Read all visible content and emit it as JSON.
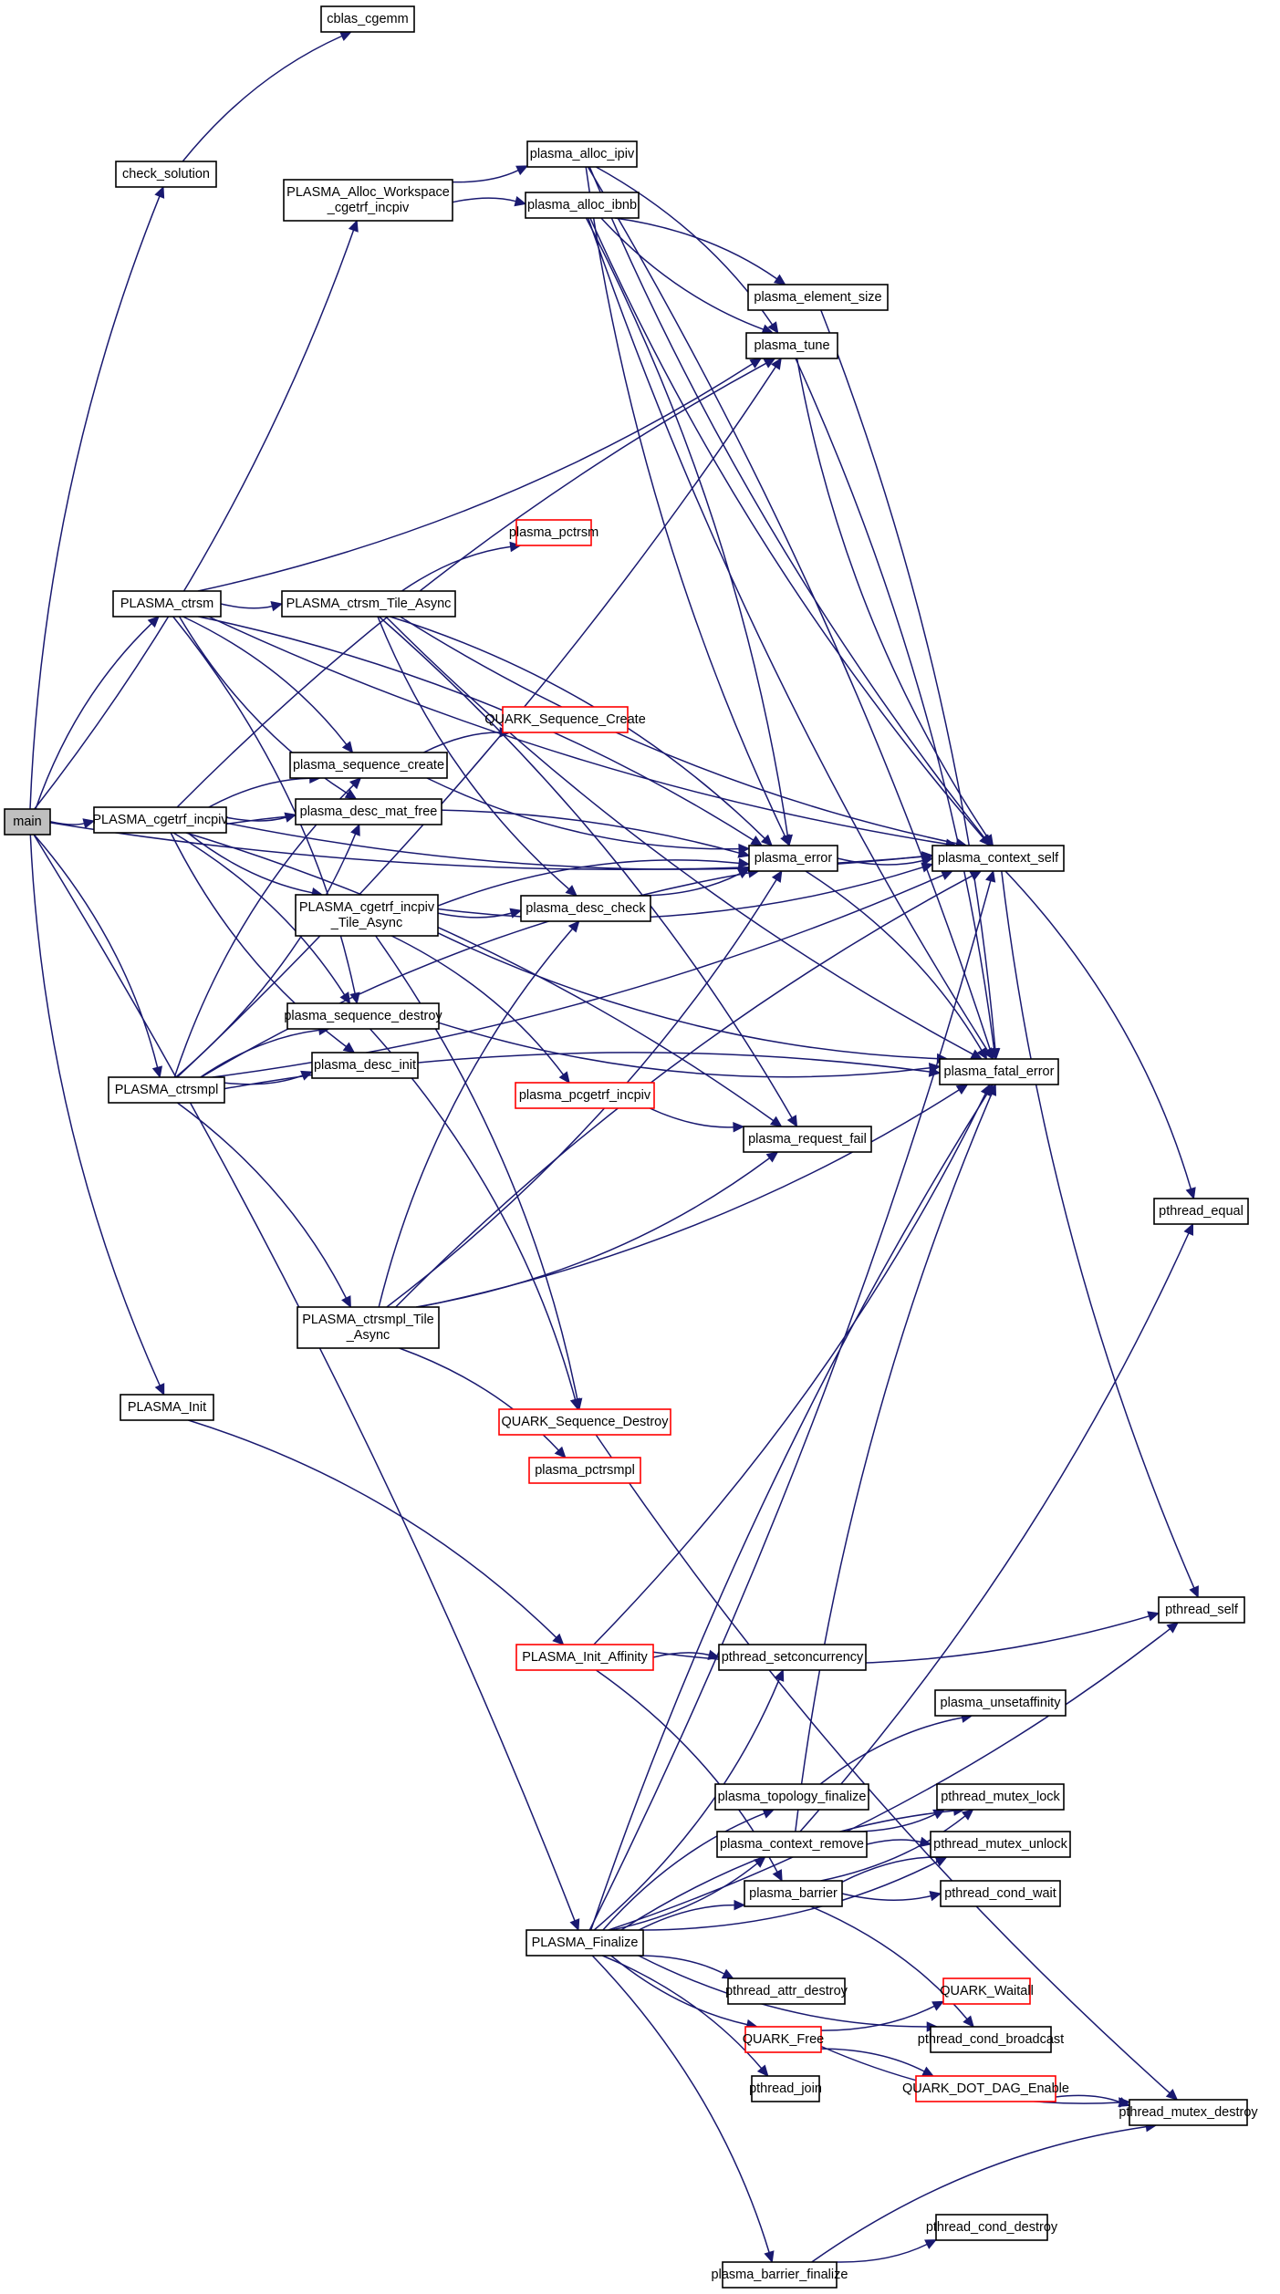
{
  "title": "Call graph: main",
  "colors": {
    "edge": "#191970",
    "external_border": "#ff0000",
    "node_border": "#000000",
    "root_fill": "#bfbfbf"
  },
  "nodes": [
    {
      "id": "main",
      "label": [
        "main"
      ],
      "kind": "root"
    },
    {
      "id": "check_solution",
      "label": [
        "check_solution"
      ]
    },
    {
      "id": "cblas_cgemm",
      "label": [
        "cblas_cgemm"
      ]
    },
    {
      "id": "PLASMA_Alloc_Workspace_cgetrf_incpiv",
      "label": [
        "PLASMA_Alloc_Workspace",
        "_cgetrf_incpiv"
      ]
    },
    {
      "id": "plasma_alloc_ipiv",
      "label": [
        "plasma_alloc_ipiv"
      ]
    },
    {
      "id": "plasma_alloc_ibnb",
      "label": [
        "plasma_alloc_ibnb"
      ]
    },
    {
      "id": "plasma_element_size",
      "label": [
        "plasma_element_size"
      ]
    },
    {
      "id": "plasma_tune",
      "label": [
        "plasma_tune"
      ]
    },
    {
      "id": "PLASMA_ctrsm",
      "label": [
        "PLASMA_ctrsm"
      ]
    },
    {
      "id": "PLASMA_ctrsm_Tile_Async",
      "label": [
        "PLASMA_ctrsm_Tile_Async"
      ]
    },
    {
      "id": "plasma_pctrsm",
      "label": [
        "plasma_pctrsm"
      ],
      "kind": "external"
    },
    {
      "id": "QUARK_Sequence_Create",
      "label": [
        "QUARK_Sequence_Create"
      ],
      "kind": "external"
    },
    {
      "id": "plasma_sequence_create",
      "label": [
        "plasma_sequence_create"
      ]
    },
    {
      "id": "plasma_desc_mat_free",
      "label": [
        "plasma_desc_mat_free"
      ]
    },
    {
      "id": "PLASMA_cgetrf_incpiv",
      "label": [
        "PLASMA_cgetrf_incpiv"
      ]
    },
    {
      "id": "plasma_error",
      "label": [
        "plasma_error"
      ]
    },
    {
      "id": "plasma_context_self",
      "label": [
        "plasma_context_self"
      ]
    },
    {
      "id": "PLASMA_cgetrf_incpiv_Tile_Async",
      "label": [
        "PLASMA_cgetrf_incpiv",
        "_Tile_Async"
      ]
    },
    {
      "id": "plasma_desc_check",
      "label": [
        "plasma_desc_check"
      ]
    },
    {
      "id": "plasma_sequence_destroy",
      "label": [
        "plasma_sequence_destroy"
      ]
    },
    {
      "id": "plasma_desc_init",
      "label": [
        "plasma_desc_init"
      ]
    },
    {
      "id": "PLASMA_ctrsmpl",
      "label": [
        "PLASMA_ctrsmpl"
      ]
    },
    {
      "id": "plasma_fatal_error",
      "label": [
        "plasma_fatal_error"
      ]
    },
    {
      "id": "plasma_pcgetrf_incpiv",
      "label": [
        "plasma_pcgetrf_incpiv"
      ],
      "kind": "external"
    },
    {
      "id": "plasma_request_fail",
      "label": [
        "plasma_request_fail"
      ]
    },
    {
      "id": "pthread_equal",
      "label": [
        "pthread_equal"
      ]
    },
    {
      "id": "PLASMA_ctrsmpl_Tile_Async",
      "label": [
        "PLASMA_ctrsmpl_Tile",
        "_Async"
      ]
    },
    {
      "id": "PLASMA_Init",
      "label": [
        "PLASMA_Init"
      ]
    },
    {
      "id": "QUARK_Sequence_Destroy",
      "label": [
        "QUARK_Sequence_Destroy"
      ],
      "kind": "external"
    },
    {
      "id": "plasma_pctrsmpl",
      "label": [
        "plasma_pctrsmpl"
      ],
      "kind": "external"
    },
    {
      "id": "pthread_self",
      "label": [
        "pthread_self"
      ]
    },
    {
      "id": "PLASMA_Init_Affinity",
      "label": [
        "PLASMA_Init_Affinity"
      ],
      "kind": "external"
    },
    {
      "id": "pthread_setconcurrency",
      "label": [
        "pthread_setconcurrency"
      ]
    },
    {
      "id": "plasma_unsetaffinity",
      "label": [
        "plasma_unsetaffinity"
      ]
    },
    {
      "id": "plasma_topology_finalize",
      "label": [
        "plasma_topology_finalize"
      ]
    },
    {
      "id": "pthread_mutex_lock",
      "label": [
        "pthread_mutex_lock"
      ]
    },
    {
      "id": "plasma_context_remove",
      "label": [
        "plasma_context_remove"
      ]
    },
    {
      "id": "pthread_mutex_unlock",
      "label": [
        "pthread_mutex_unlock"
      ]
    },
    {
      "id": "plasma_barrier",
      "label": [
        "plasma_barrier"
      ]
    },
    {
      "id": "pthread_cond_wait",
      "label": [
        "pthread_cond_wait"
      ]
    },
    {
      "id": "PLASMA_Finalize",
      "label": [
        "PLASMA_Finalize"
      ]
    },
    {
      "id": "pthread_attr_destroy",
      "label": [
        "pthread_attr_destroy"
      ]
    },
    {
      "id": "QUARK_Waitall",
      "label": [
        "QUARK_Waitall"
      ],
      "kind": "external"
    },
    {
      "id": "QUARK_Free",
      "label": [
        "QUARK_Free"
      ],
      "kind": "external"
    },
    {
      "id": "pthread_cond_broadcast",
      "label": [
        "pthread_cond_broadcast"
      ]
    },
    {
      "id": "pthread_join",
      "label": [
        "pthread_join"
      ]
    },
    {
      "id": "QUARK_DOT_DAG_Enable",
      "label": [
        "QUARK_DOT_DAG_Enable"
      ],
      "kind": "external"
    },
    {
      "id": "pthread_mutex_destroy",
      "label": [
        "pthread_mutex_destroy"
      ]
    },
    {
      "id": "pthread_cond_destroy",
      "label": [
        "pthread_cond_destroy"
      ]
    },
    {
      "id": "plasma_barrier_finalize",
      "label": [
        "plasma_barrier_finalize"
      ]
    }
  ],
  "edges": [
    [
      "main",
      "check_solution"
    ],
    [
      "main",
      "PLASMA_Alloc_Workspace_cgetrf_incpiv"
    ],
    [
      "main",
      "PLASMA_ctrsm"
    ],
    [
      "main",
      "PLASMA_cgetrf_incpiv"
    ],
    [
      "main",
      "PLASMA_ctrsmpl"
    ],
    [
      "main",
      "PLASMA_Init"
    ],
    [
      "main",
      "PLASMA_Finalize"
    ],
    [
      "main",
      "plasma_context_self"
    ],
    [
      "check_solution",
      "cblas_cgemm"
    ],
    [
      "PLASMA_Alloc_Workspace_cgetrf_incpiv",
      "plasma_alloc_ipiv"
    ],
    [
      "PLASMA_Alloc_Workspace_cgetrf_incpiv",
      "plasma_alloc_ibnb"
    ],
    [
      "plasma_alloc_ipiv",
      "plasma_context_self"
    ],
    [
      "plasma_alloc_ipiv",
      "plasma_tune"
    ],
    [
      "plasma_alloc_ipiv",
      "plasma_error"
    ],
    [
      "plasma_alloc_ipiv",
      "plasma_fatal_error"
    ],
    [
      "plasma_alloc_ibnb",
      "plasma_context_self"
    ],
    [
      "plasma_alloc_ibnb",
      "plasma_element_size"
    ],
    [
      "plasma_alloc_ibnb",
      "plasma_tune"
    ],
    [
      "plasma_alloc_ibnb",
      "plasma_error"
    ],
    [
      "plasma_alloc_ibnb",
      "plasma_fatal_error"
    ],
    [
      "plasma_element_size",
      "plasma_fatal_error"
    ],
    [
      "plasma_tune",
      "plasma_context_self"
    ],
    [
      "plasma_tune",
      "plasma_fatal_error"
    ],
    [
      "PLASMA_ctrsm",
      "PLASMA_ctrsm_Tile_Async"
    ],
    [
      "PLASMA_ctrsm",
      "plasma_sequence_create"
    ],
    [
      "PLASMA_ctrsm",
      "plasma_desc_mat_free"
    ],
    [
      "PLASMA_ctrsm",
      "plasma_sequence_destroy"
    ],
    [
      "PLASMA_ctrsm",
      "plasma_tune"
    ],
    [
      "PLASMA_ctrsm",
      "plasma_error"
    ],
    [
      "PLASMA_ctrsm",
      "plasma_context_self"
    ],
    [
      "PLASMA_ctrsm_Tile_Async",
      "plasma_pctrsm"
    ],
    [
      "PLASMA_ctrsm_Tile_Async",
      "plasma_desc_check"
    ],
    [
      "PLASMA_ctrsm_Tile_Async",
      "plasma_error"
    ],
    [
      "PLASMA_ctrsm_Tile_Async",
      "plasma_context_self"
    ],
    [
      "PLASMA_ctrsm_Tile_Async",
      "plasma_request_fail"
    ],
    [
      "PLASMA_ctrsm_Tile_Async",
      "plasma_fatal_error"
    ],
    [
      "plasma_sequence_create",
      "QUARK_Sequence_Create"
    ],
    [
      "plasma_sequence_create",
      "plasma_error"
    ],
    [
      "PLASMA_cgetrf_incpiv",
      "plasma_error"
    ],
    [
      "PLASMA_cgetrf_incpiv",
      "PLASMA_cgetrf_incpiv_Tile_Async"
    ],
    [
      "PLASMA_cgetrf_incpiv",
      "plasma_sequence_create"
    ],
    [
      "PLASMA_cgetrf_incpiv",
      "plasma_desc_mat_free"
    ],
    [
      "PLASMA_cgetrf_incpiv",
      "plasma_sequence_destroy"
    ],
    [
      "PLASMA_cgetrf_incpiv",
      "plasma_desc_init"
    ],
    [
      "PLASMA_cgetrf_incpiv",
      "plasma_tune"
    ],
    [
      "PLASMA_cgetrf_incpiv",
      "plasma_context_self"
    ],
    [
      "PLASMA_cgetrf_incpiv",
      "plasma_request_fail"
    ],
    [
      "plasma_error",
      "plasma_context_self"
    ],
    [
      "plasma_error",
      "plasma_fatal_error"
    ],
    [
      "PLASMA_cgetrf_incpiv_Tile_Async",
      "plasma_desc_check"
    ],
    [
      "PLASMA_cgetrf_incpiv_Tile_Async",
      "plasma_error"
    ],
    [
      "PLASMA_cgetrf_incpiv_Tile_Async",
      "plasma_context_self"
    ],
    [
      "PLASMA_cgetrf_incpiv_Tile_Async",
      "plasma_pcgetrf_incpiv"
    ],
    [
      "PLASMA_cgetrf_incpiv_Tile_Async",
      "plasma_fatal_error"
    ],
    [
      "PLASMA_cgetrf_incpiv_Tile_Async",
      "QUARK_Sequence_Destroy"
    ],
    [
      "plasma_desc_check",
      "plasma_error"
    ],
    [
      "plasma_sequence_destroy",
      "QUARK_Sequence_Destroy"
    ],
    [
      "plasma_sequence_destroy",
      "plasma_fatal_error"
    ],
    [
      "PLASMA_ctrsmpl",
      "plasma_sequence_create"
    ],
    [
      "PLASMA_ctrsmpl",
      "plasma_desc_mat_free"
    ],
    [
      "PLASMA_ctrsmpl",
      "plasma_sequence_destroy"
    ],
    [
      "PLASMA_ctrsmpl",
      "plasma_desc_init"
    ],
    [
      "PLASMA_ctrsmpl",
      "PLASMA_ctrsmpl_Tile_Async"
    ],
    [
      "PLASMA_ctrsmpl",
      "plasma_tune"
    ],
    [
      "PLASMA_ctrsmpl",
      "plasma_error"
    ],
    [
      "PLASMA_ctrsmpl",
      "plasma_context_self"
    ],
    [
      "PLASMA_ctrsmpl",
      "plasma_fatal_error"
    ],
    [
      "plasma_pcgetrf_incpiv",
      "plasma_request_fail"
    ],
    [
      "plasma_context_self",
      "pthread_equal"
    ],
    [
      "plasma_context_self",
      "pthread_self"
    ],
    [
      "PLASMA_ctrsmpl_Tile_Async",
      "plasma_desc_check"
    ],
    [
      "PLASMA_ctrsmpl_Tile_Async",
      "plasma_error"
    ],
    [
      "PLASMA_ctrsmpl_Tile_Async",
      "plasma_context_self"
    ],
    [
      "PLASMA_ctrsmpl_Tile_Async",
      "plasma_request_fail"
    ],
    [
      "PLASMA_ctrsmpl_Tile_Async",
      "plasma_pctrsmpl"
    ],
    [
      "PLASMA_ctrsmpl_Tile_Async",
      "plasma_fatal_error"
    ],
    [
      "PLASMA_Init",
      "PLASMA_Init_Affinity"
    ],
    [
      "QUARK_Sequence_Destroy",
      "pthread_mutex_destroy"
    ],
    [
      "PLASMA_Init_Affinity",
      "pthread_setconcurrency"
    ],
    [
      "PLASMA_Init_Affinity",
      "pthread_self"
    ],
    [
      "PLASMA_Init_Affinity",
      "plasma_barrier"
    ],
    [
      "PLASMA_Init_Affinity",
      "plasma_fatal_error"
    ],
    [
      "plasma_topology_finalize",
      "plasma_unsetaffinity"
    ],
    [
      "plasma_context_remove",
      "pthread_mutex_lock"
    ],
    [
      "plasma_context_remove",
      "pthread_mutex_unlock"
    ],
    [
      "plasma_context_remove",
      "pthread_equal"
    ],
    [
      "plasma_context_remove",
      "plasma_fatal_error"
    ],
    [
      "plasma_barrier",
      "pthread_mutex_lock"
    ],
    [
      "plasma_barrier",
      "pthread_mutex_unlock"
    ],
    [
      "plasma_barrier",
      "pthread_cond_wait"
    ],
    [
      "plasma_barrier",
      "pthread_cond_broadcast"
    ],
    [
      "PLASMA_Finalize",
      "pthread_setconcurrency"
    ],
    [
      "PLASMA_Finalize",
      "plasma_topology_finalize"
    ],
    [
      "PLASMA_Finalize",
      "plasma_context_remove"
    ],
    [
      "PLASMA_Finalize",
      "plasma_barrier"
    ],
    [
      "PLASMA_Finalize",
      "pthread_self"
    ],
    [
      "PLASMA_Finalize",
      "pthread_attr_destroy"
    ],
    [
      "PLASMA_Finalize",
      "QUARK_Free"
    ],
    [
      "PLASMA_Finalize",
      "pthread_join"
    ],
    [
      "PLASMA_Finalize",
      "pthread_cond_broadcast"
    ],
    [
      "PLASMA_Finalize",
      "pthread_mutex_lock"
    ],
    [
      "PLASMA_Finalize",
      "pthread_mutex_unlock"
    ],
    [
      "PLASMA_Finalize",
      "plasma_barrier_finalize"
    ],
    [
      "PLASMA_Finalize",
      "plasma_context_self"
    ],
    [
      "PLASMA_Finalize",
      "plasma_fatal_error"
    ],
    [
      "QUARK_Free",
      "QUARK_Waitall"
    ],
    [
      "QUARK_Free",
      "QUARK_DOT_DAG_Enable"
    ],
    [
      "QUARK_Free",
      "pthread_mutex_destroy"
    ],
    [
      "QUARK_DOT_DAG_Enable",
      "pthread_mutex_destroy"
    ],
    [
      "plasma_barrier_finalize",
      "pthread_cond_destroy"
    ],
    [
      "plasma_barrier_finalize",
      "pthread_mutex_destroy"
    ]
  ]
}
